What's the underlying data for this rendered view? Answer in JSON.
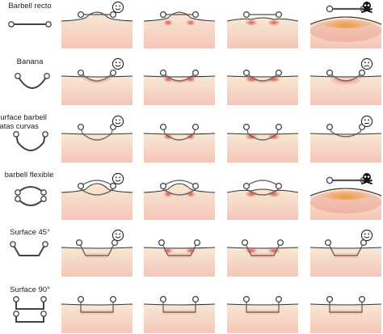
{
  "colors": {
    "skin_top": "#f8e8d4",
    "skin_bottom": "#f5c6b8",
    "redness": "#e0443a",
    "bulge": "#f0b040",
    "bar": "#555555",
    "ball": "#d0d0d0",
    "outline": "#444444"
  },
  "rows": [
    {
      "label_lines": [
        "Barbell recto"
      ],
      "jewel_shape": "straight",
      "cells": [
        {
          "state": "healthy",
          "mood": "happy-face-icon"
        },
        {
          "state": "irritated",
          "mood": null
        },
        {
          "state": "strongly-irritated",
          "mood": null
        },
        {
          "state": "rejected",
          "mood": "skull-crossbones-icon"
        }
      ]
    },
    {
      "label_lines": [
        "Banana"
      ],
      "jewel_shape": "curved",
      "cells": [
        {
          "state": "healthy",
          "mood": "happy-face-icon"
        },
        {
          "state": "irritated",
          "mood": null
        },
        {
          "state": "strongly-irritated",
          "mood": null
        },
        {
          "state": "migrating",
          "mood": "sad-face-icon"
        }
      ]
    },
    {
      "label_lines": [
        "Surface barbell",
        "patas curvas"
      ],
      "jewel_shape": "deep-curve",
      "cells": [
        {
          "state": "healthy",
          "mood": "happy-face-icon"
        },
        {
          "state": "irritated",
          "mood": null
        },
        {
          "state": "strongly-irritated",
          "mood": null
        },
        {
          "state": "shallow",
          "mood": "neutral-face-icon"
        }
      ]
    },
    {
      "label_lines": [
        "barbell flexible"
      ],
      "jewel_shape": "flexible",
      "cells": [
        {
          "state": "healthy",
          "mood": "happy-face-icon"
        },
        {
          "state": "irritated",
          "mood": null
        },
        {
          "state": "strongly-irritated",
          "mood": null
        },
        {
          "state": "rejected",
          "mood": "skull-crossbones-icon"
        }
      ]
    },
    {
      "label_lines": [
        "Surface 45°"
      ],
      "jewel_shape": "bend-45",
      "cells": [
        {
          "state": "healthy",
          "mood": "happy-face-icon"
        },
        {
          "state": "irritated",
          "mood": null
        },
        {
          "state": "strongly-irritated",
          "mood": null
        },
        {
          "state": "healthy",
          "mood": "happy-face-icon"
        }
      ]
    },
    {
      "label_lines": [
        "Surface 90°"
      ],
      "jewel_shape": "bend-90",
      "cells": [
        {
          "state": "healthy",
          "mood": null
        },
        {
          "state": "healthy",
          "mood": null
        },
        {
          "state": "healthy",
          "mood": null
        },
        {
          "state": "healthy",
          "mood": null
        }
      ]
    }
  ]
}
